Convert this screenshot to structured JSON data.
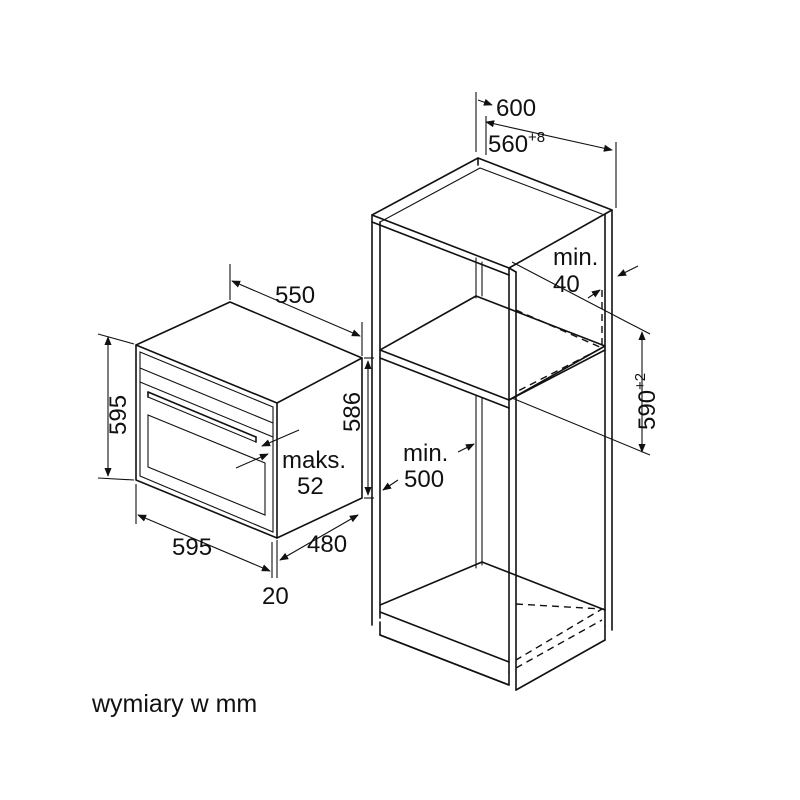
{
  "diagram": {
    "caption": "wymiary w mm",
    "oven": {
      "depth_top": "550",
      "height_front": "595",
      "height_side": "586",
      "width_front": "595",
      "depth_bottom": "480",
      "front_thickness": "20",
      "handle_label_line1": "maks.",
      "handle_label_line2": "52"
    },
    "cabinet": {
      "outer_width": "600",
      "inner_width": "560",
      "inner_width_tolerance": "+8",
      "gap_label_line1": "min.",
      "gap_label_line2": "40",
      "depth_label_line1": "min.",
      "depth_label_line2": "500",
      "niche_height": "590",
      "niche_height_tolerance": "+2"
    }
  }
}
